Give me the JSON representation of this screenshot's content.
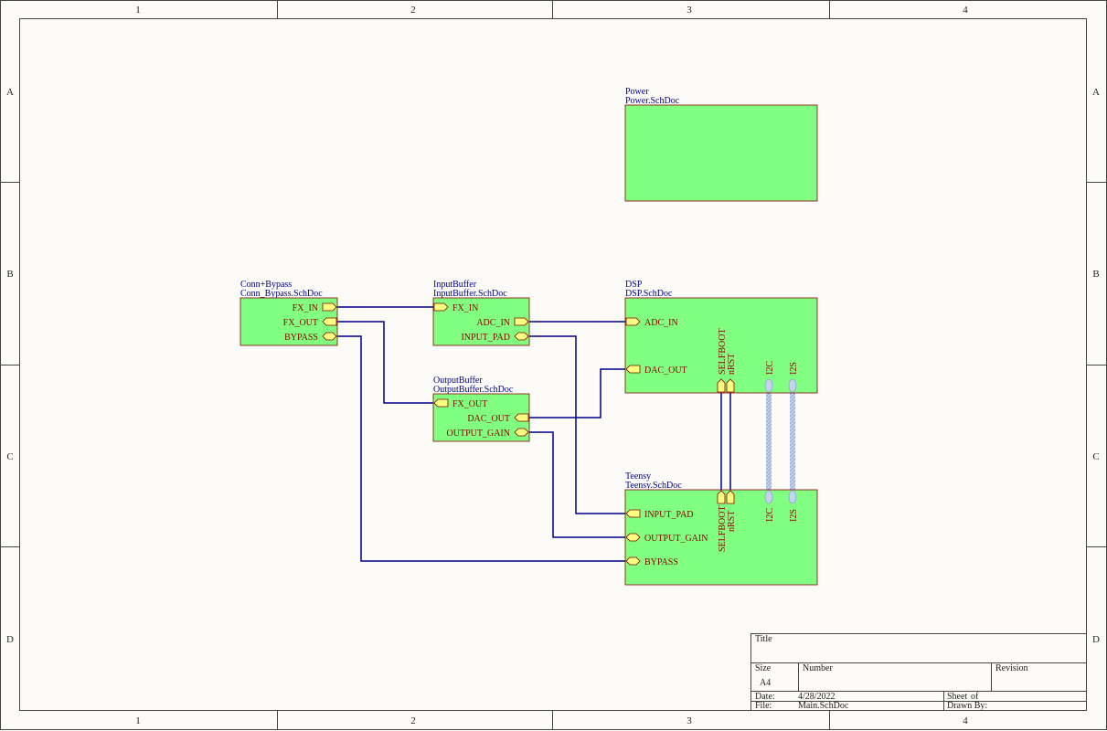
{
  "frame": {
    "columns": [
      "1",
      "2",
      "3",
      "4"
    ],
    "rows": [
      "A",
      "B",
      "C",
      "D"
    ]
  },
  "colors": {
    "block_fill": "#80ff80",
    "port_fill": "#ffff80",
    "bus_fill": "#c6d3f0",
    "wire": "#00008b",
    "label": "#8b0000",
    "designator": "#00008b"
  },
  "sheets": {
    "power": {
      "designator": "Power",
      "file": "Power.SchDoc"
    },
    "conn": {
      "designator": "Conn+Bypass",
      "file": "Conn_Bypass.SchDoc",
      "ports": {
        "fx_in": "FX_IN",
        "fx_out": "FX_OUT",
        "bypass": "BYPASS"
      }
    },
    "input": {
      "designator": "InputBuffer",
      "file": "InputBuffer.SchDoc",
      "ports": {
        "fx_in": "FX_IN",
        "adc_in": "ADC_IN",
        "input_pad": "INPUT_PAD"
      }
    },
    "output": {
      "designator": "OutputBuffer",
      "file": "OutputBuffer.SchDoc",
      "ports": {
        "fx_out": "FX_OUT",
        "dac_out": "DAC_OUT",
        "output_gain": "OUTPUT_GAIN"
      }
    },
    "dsp": {
      "designator": "DSP",
      "file": "DSP.SchDoc",
      "ports": {
        "adc_in": "ADC_IN",
        "dac_out": "DAC_OUT",
        "selfboot": "SELFBOOT",
        "nrst": "nRST",
        "i2c": "I2C",
        "i2s": "I2S"
      }
    },
    "teensy": {
      "designator": "Teensy",
      "file": "Teensy.SchDoc",
      "ports": {
        "input_pad": "INPUT_PAD",
        "output_gain": "OUTPUT_GAIN",
        "bypass": "BYPASS",
        "selfboot": "SELFBOOT",
        "nrst": "nRST",
        "i2c": "I2C",
        "i2s": "I2S"
      }
    }
  },
  "title_block": {
    "title_label": "Title",
    "size_label": "Size",
    "size_value": "A4",
    "number_label": "Number",
    "revision_label": "Revision",
    "date_label": "Date:",
    "date_value": "4/28/2022",
    "sheet_label": "Sheet",
    "of_label": "of",
    "file_label": "File:",
    "file_value": "Main.SchDoc",
    "drawn_label": "Drawn By:"
  }
}
